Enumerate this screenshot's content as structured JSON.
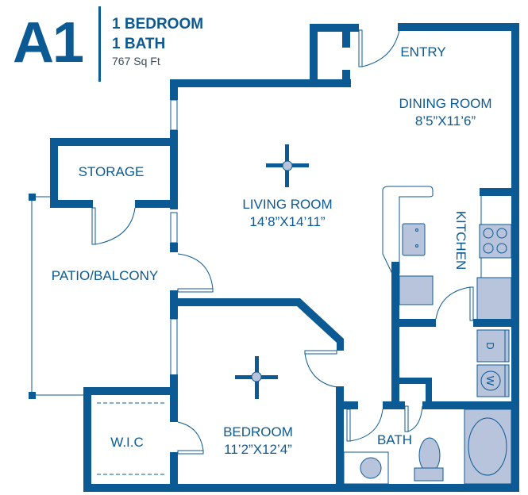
{
  "header": {
    "plan_code": "A1",
    "bedrooms": "1 BEDROOM",
    "baths": "1 BATH",
    "square_feet": "767 Sq Ft"
  },
  "rooms": {
    "entry": {
      "name": "ENTRY"
    },
    "dining_room": {
      "name": "DINING ROOM",
      "dimensions": "8’5”X11’6”"
    },
    "living_room": {
      "name": "LIVING ROOM",
      "dimensions": "14’8”X14’11”"
    },
    "kitchen": {
      "name": "KITCHEN"
    },
    "storage": {
      "name": "STORAGE"
    },
    "patio": {
      "name": "PATIO/BALCONY"
    },
    "bedroom": {
      "name": "BEDROOM",
      "dimensions": "11’2”X12’4”"
    },
    "wic": {
      "name": "W.I.C"
    },
    "bath": {
      "name": "BATH"
    }
  },
  "appliances": {
    "dryer": "D",
    "washer": "W"
  },
  "colors": {
    "wall": "#0b5a94",
    "fixture_fill": "#b8c4dc"
  }
}
